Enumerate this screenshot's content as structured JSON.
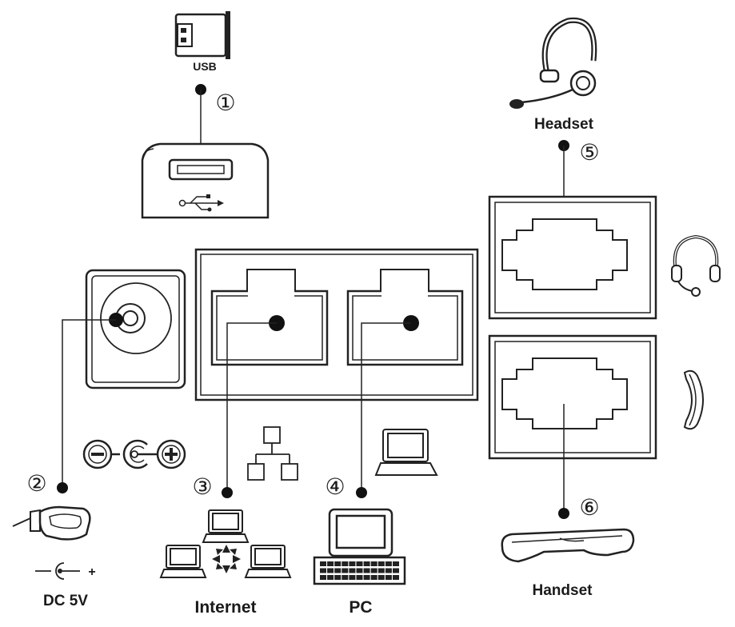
{
  "labels": {
    "usb": "USB",
    "headset": "Headset",
    "dc": "DC 5V",
    "internet": "Internet",
    "pc": "PC",
    "handset": "Handset",
    "plus": "+"
  },
  "callouts": {
    "c1": "①",
    "c2": "②",
    "c3": "③",
    "c4": "④",
    "c5": "⑤",
    "c6": "⑥"
  },
  "polarity": {
    "negative": "−",
    "positive": "+"
  }
}
